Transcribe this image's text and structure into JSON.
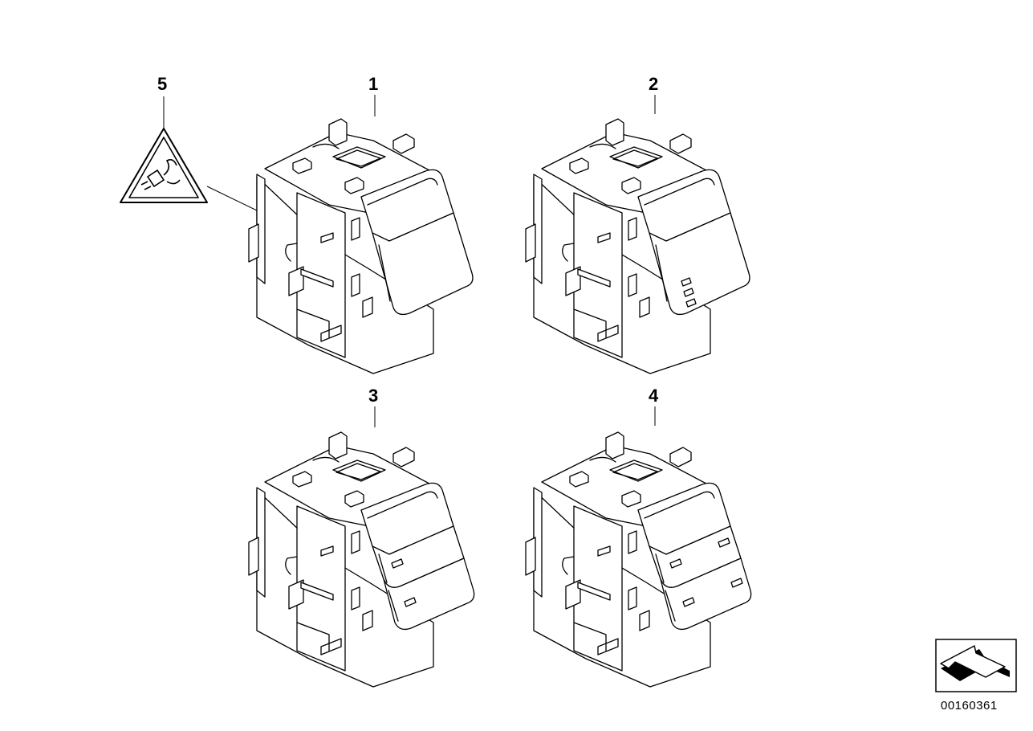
{
  "callouts": [
    {
      "id": "1",
      "label": "1",
      "button_rows": 2,
      "indicators": "none"
    },
    {
      "id": "2",
      "label": "2",
      "button_rows": 2,
      "indicators": "triple-lower"
    },
    {
      "id": "3",
      "label": "3",
      "button_rows": 3,
      "indicators": "single-each-lower"
    },
    {
      "id": "4",
      "label": "4",
      "button_rows": 3,
      "indicators": "double-each-lower"
    },
    {
      "id": "5",
      "label": "5",
      "symbol": "plug-warning-icon"
    }
  ],
  "diagram_code": "00160361",
  "nav_icon": "arrow-icon"
}
